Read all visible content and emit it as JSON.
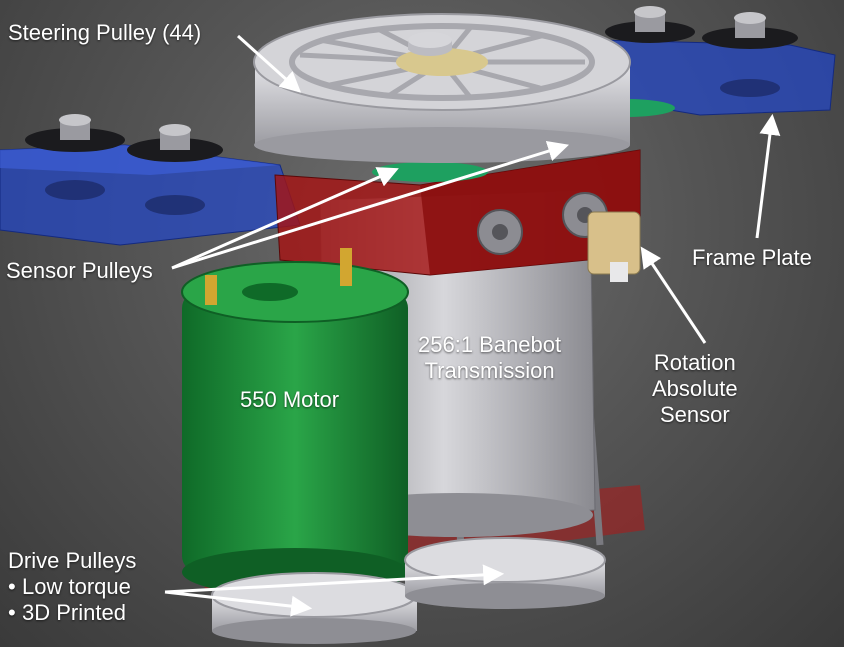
{
  "labels": {
    "steering_pulley": "Steering Pulley (44)",
    "sensor_pulleys": "Sensor Pulleys",
    "frame_plate": "Frame Plate",
    "motor": "550 Motor",
    "transmission_line1": "256:1 Banebot",
    "transmission_line2": "Transmission",
    "sensor_line1": "Rotation",
    "sensor_line2": "Absolute",
    "sensor_line3": "Sensor",
    "drive_pulleys": "Drive Pulleys",
    "drive_bullets": [
      "Low torque",
      "3D Printed"
    ]
  },
  "colors": {
    "background": "#4a4a4a",
    "frame_plate": "#1e3fbf",
    "mount_red": "#b01818",
    "motor_green": "#1f8a3a",
    "transmission_gray": "#b4b4b8",
    "pulley_silver": "#d0d0d4",
    "sensor_pulley_green": "#1ea060",
    "sensor_tan": "#d8c08a",
    "arrow": "#ffffff",
    "label_text": "#ffffff"
  }
}
